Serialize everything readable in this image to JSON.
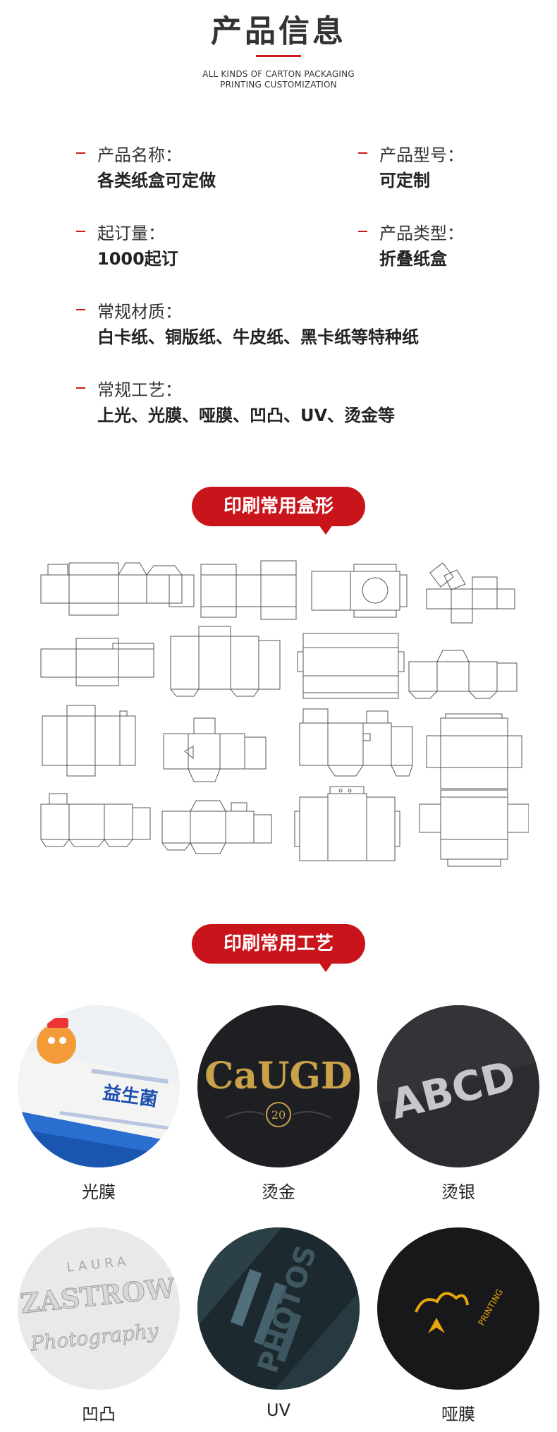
{
  "header": {
    "title": "产品信息",
    "subtitle_line1": "ALL KINDS OF CARTON PACKAGING",
    "subtitle_line2": "PRINTING CUSTOMIZATION"
  },
  "info": [
    {
      "label": "产品名称：",
      "value": "各类纸盒可定做"
    },
    {
      "label": "产品型号：",
      "value": "可定制"
    },
    {
      "label": "起订量：",
      "value": "1000起订"
    },
    {
      "label": "产品类型：",
      "value": "折叠纸盒"
    },
    {
      "label": "常规材质：",
      "value": "白卡纸、铜版纸、牛皮纸、黑卡纸等特种纸"
    },
    {
      "label": "常规工艺：",
      "value": "上光、光膜、哑膜、凹凸、UV、烫金等"
    }
  ],
  "sections": {
    "box_shapes": "印刷常用盒形",
    "crafts": "印刷常用工艺"
  },
  "crafts": [
    {
      "caption": "光膜",
      "art_text": "益生菌"
    },
    {
      "caption": "烫金",
      "art_text": "CaUGD",
      "art_sub": "20"
    },
    {
      "caption": "烫银",
      "art_text": "ABCD"
    },
    {
      "caption": "凹凸",
      "art_text": "ZASTROW",
      "art_top": "LAURA",
      "art_sub": "Photography"
    },
    {
      "caption": "UV",
      "art_text": "PHOTOS"
    },
    {
      "caption": "哑膜",
      "art_text": "PRINTING"
    }
  ],
  "colors": {
    "accent": "#c8141a",
    "text": "#222222"
  }
}
